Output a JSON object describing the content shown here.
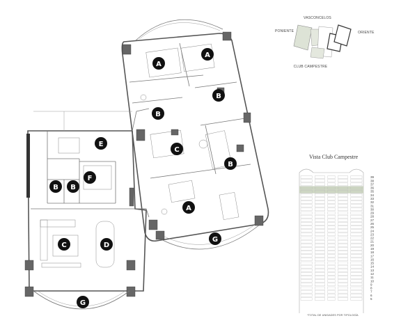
{
  "unit_labels": [
    "A",
    "A",
    "B",
    "B",
    "C",
    "B",
    "E",
    "F",
    "B",
    "B",
    "A",
    "C",
    "D",
    "G",
    "G"
  ],
  "orientation": {
    "north": "VASCONCELOS",
    "west": "PONIENTE",
    "east": "ORIENTE",
    "south": "CLUB CAMPESTRE"
  },
  "tower": {
    "title": "Vista Club Campestre",
    "floors": [
      "39",
      "38",
      "37",
      "36",
      "35",
      "34",
      "33",
      "32",
      "31",
      "30",
      "29",
      "28",
      "27",
      "26",
      "25",
      "24",
      "23",
      "22",
      "21",
      "20",
      "19",
      "18",
      "17",
      "16",
      "15",
      "14",
      "13",
      "12",
      "11",
      "10",
      "9",
      "8",
      "7",
      "6",
      "5"
    ],
    "highlighted_floor": "35",
    "footnote": "*TOTAL DE UNIDADES POR TIPOLOGÍA"
  }
}
